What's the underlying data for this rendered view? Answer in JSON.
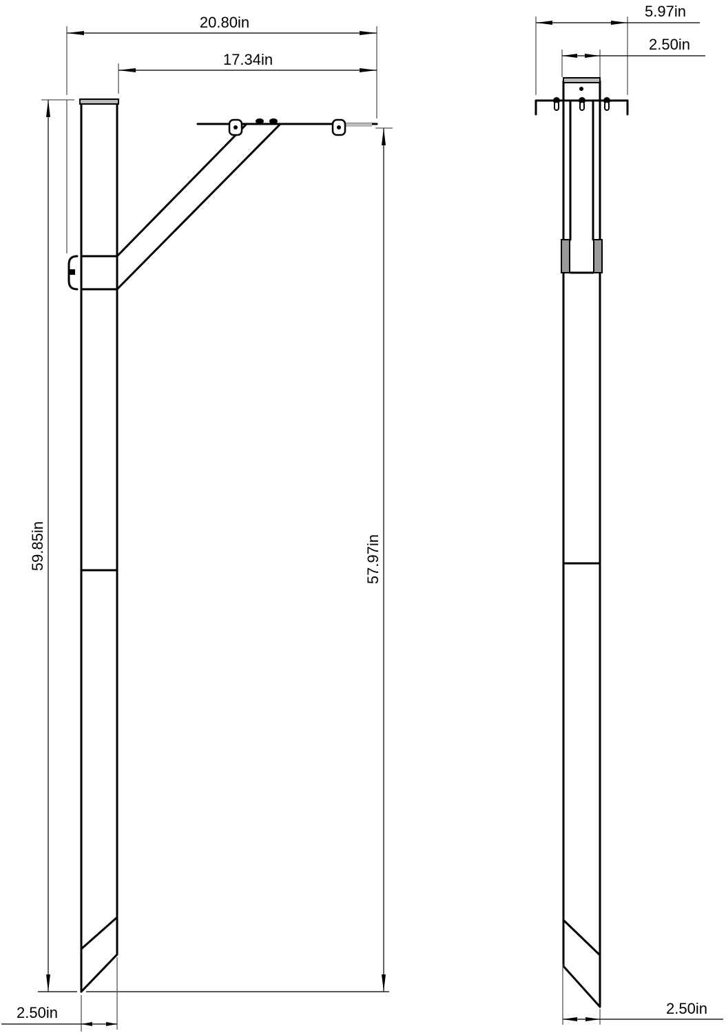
{
  "drawing": {
    "type": "technical dimension drawing",
    "views": [
      {
        "name": "front-view",
        "description": "Post with angled support arm and top plate bracket",
        "dimensions": {
          "overall_width": "20.80in",
          "arm_width": "17.34in",
          "overall_height": "59.85in",
          "arm_height": "57.97in",
          "post_width": "2.50in"
        }
      },
      {
        "name": "side-view",
        "description": "Post side profile with top bracket",
        "dimensions": {
          "bracket_width": "5.97in",
          "post_top_width": "2.50in",
          "post_bottom_width": "2.50in"
        }
      }
    ]
  },
  "colors": {
    "line": "#000000",
    "extension_line": "#555555",
    "background": "#ffffff"
  }
}
